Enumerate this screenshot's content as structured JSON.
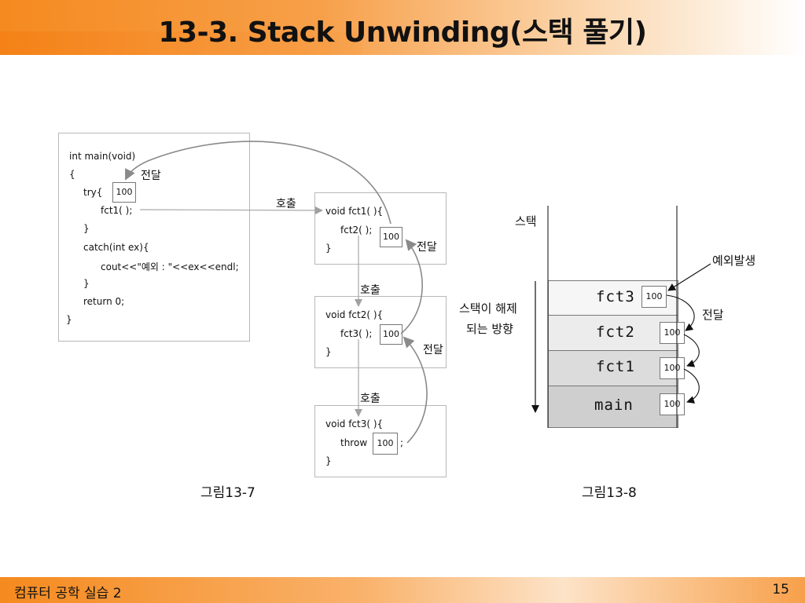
{
  "slide": {
    "title": "13-3. Stack Unwinding(스택 풀기)",
    "footer_text": "컴퓨터 공학 실습 2",
    "page_number": "15"
  },
  "figure7": {
    "main_code": {
      "l1": "int main(void)",
      "l2": "{",
      "l3": "try{",
      "l4": "fct1( );",
      "l5": "}",
      "l6": "catch(int ex){",
      "l7": "cout<<\"예외 : \"<<ex<<endl;",
      "l8": "}",
      "l9": "return 0;",
      "l10": "}"
    },
    "fct1_code": {
      "l1": "void fct1( ){",
      "l2": "fct2( );",
      "l3": "}"
    },
    "fct2_code": {
      "l1": "void fct2( ){",
      "l2": "fct3( );",
      "l3": "}"
    },
    "fct3_code": {
      "l1": "void fct3( ){",
      "l2": "throw",
      "l3": "}",
      "semicolon": ";"
    },
    "values": {
      "main": "100",
      "fct1": "100",
      "fct2": "100",
      "fct3": "100"
    },
    "labels": {
      "pass_main": "전달",
      "call_fct1": "호출",
      "pass_fct1": "전달",
      "call_fct2": "호출",
      "pass_fct2": "전달",
      "call_fct3": "호출"
    },
    "caption": "그림13-7"
  },
  "figure8": {
    "stack_label": "스택",
    "exception_label": "예외발생",
    "pass_label": "전달",
    "direction_line1": "스택이 해제",
    "direction_line2": "되는 방향",
    "frames": [
      "fct3",
      "fct2",
      "fct1",
      "main"
    ],
    "values": [
      "100",
      "100",
      "100",
      "100"
    ],
    "caption": "그림13-8"
  },
  "colors": {
    "accent": "#f58a1f",
    "frame_fill_top": "#f6f6f6",
    "frame_fill_2": "#ececec",
    "frame_fill_3": "#dcdcdc",
    "frame_fill_bottom": "#cfcfcf"
  }
}
